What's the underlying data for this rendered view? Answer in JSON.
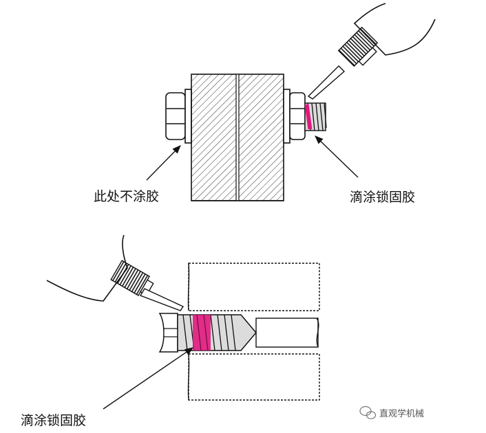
{
  "labels": {
    "top_no_glue": "此处不涂胶",
    "top_apply_glue": "滴涂锁固胶",
    "bottom_apply_glue": "滴涂锁固胶"
  },
  "watermark": {
    "text": "直观学机械",
    "icon": "wechat-icon"
  },
  "colors": {
    "line": "#111111",
    "glue": "#e0197d",
    "thread_fill": "#dcdcdc",
    "background": "#ffffff"
  }
}
